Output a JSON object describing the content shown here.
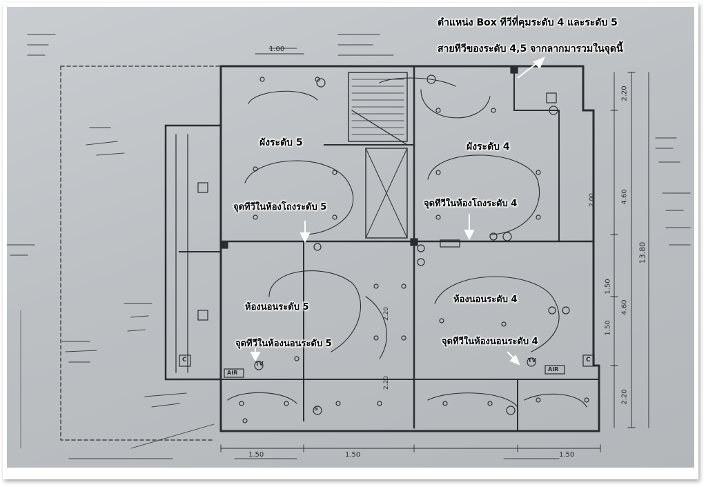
{
  "annotations": {
    "box_position_line1": "ตำแหน่ง Box ทีวีที่คุมระดับ 4 และระดับ 5",
    "box_position_line2": "สายทีวีของระดับ 4,5 จากลากมารวมในจุดนี้",
    "plan_level5": "ผังระดับ 5",
    "plan_level4": "ผังระดับ 4",
    "tv_hall_level5": "จุดทีวีในห้องโถงระดับ 5",
    "tv_hall_level4": "จุดทีวีในห้องโถงระดับ 4",
    "bedroom_level5": "ห้องนอนระดับ 5",
    "bedroom_level4": "ห้องนอนระดับ 4",
    "tv_bedroom_level5": "จุดทีวีในห้องนอนระดับ 5",
    "tv_bedroom_level4": "จุดทีวีในห้องนอนระดับ 4"
  },
  "dimensions": {
    "top_left": "1.00",
    "bottom_1": "1.50",
    "bottom_2": "1.50",
    "bottom_3": "1.50",
    "right_1": "2.20",
    "right_2": "4.60",
    "right_3": "1.50",
    "right_4": "1.50",
    "right_5": "4.60",
    "right_6": "13.80",
    "right_7": "2.20",
    "inner_1": "2.00",
    "inner_2": "2.20",
    "inner_3": "2.20"
  },
  "symbols": {
    "tv": "TV",
    "switch": "S",
    "air": "AIR",
    "c": "C"
  },
  "colors": {
    "paper": "#bcc0c3",
    "ink": "#2a2c30",
    "arrow": "#ffffff"
  }
}
